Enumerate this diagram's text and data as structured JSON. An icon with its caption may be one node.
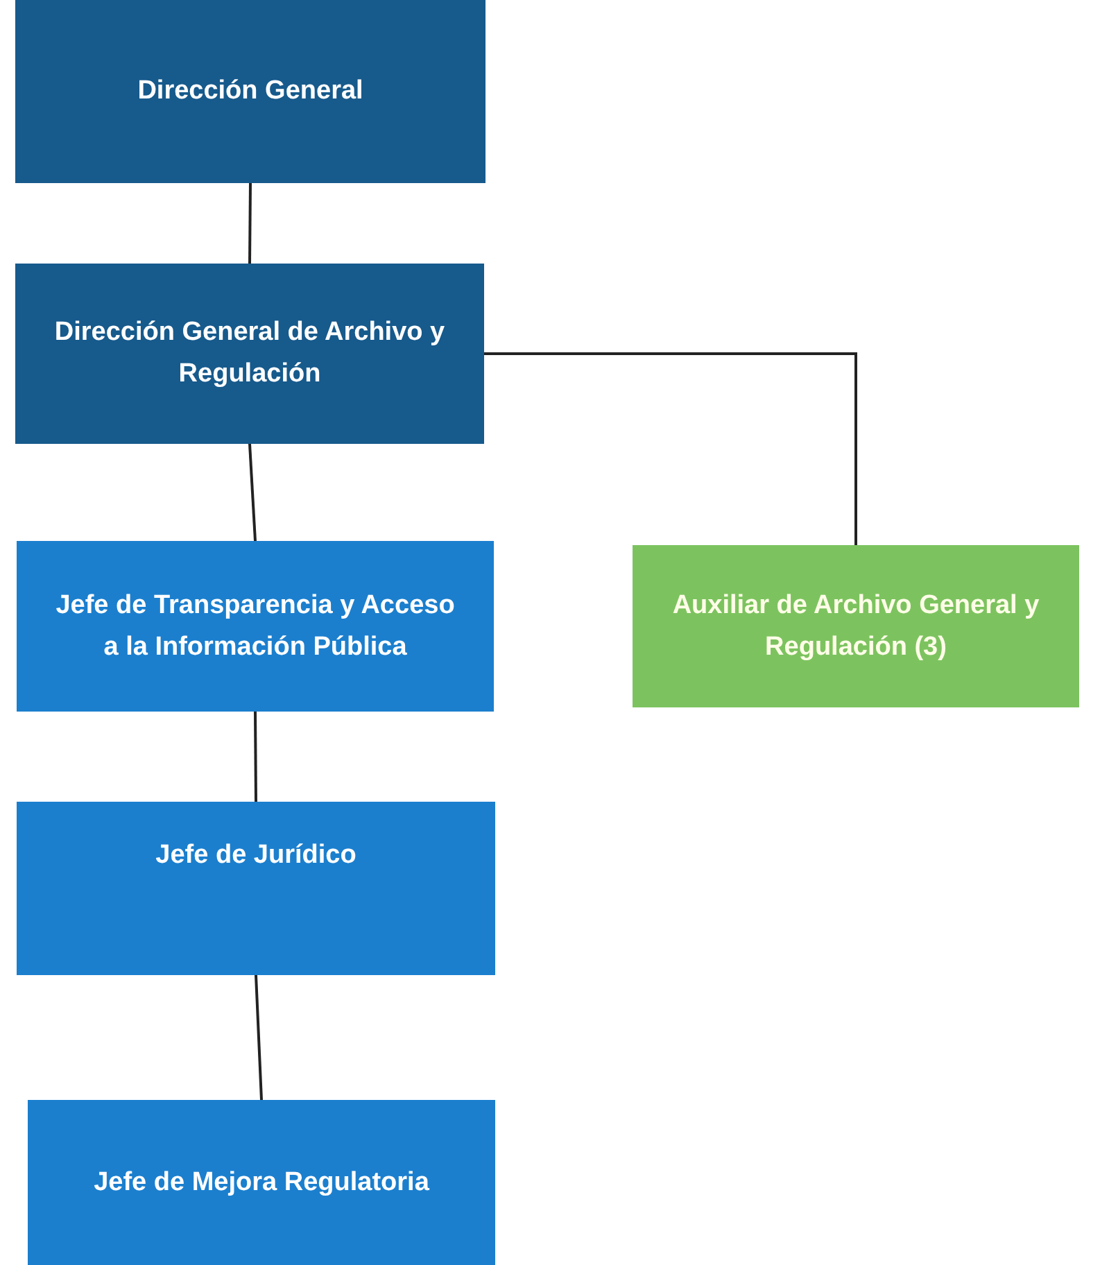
{
  "diagram": {
    "nodes": [
      {
        "text": [
          "Dirección General"
        ]
      },
      {
        "text": [
          "Dirección General de Archivo y Regulación"
        ]
      },
      {
        "text": [
          "Jefe de Transparencia y Acceso a la Información Pública"
        ]
      },
      {
        "text": [
          "Auxiliar de Archivo General y Regulación (3)"
        ]
      },
      {
        "text": [
          "Jefe de Jurídico"
        ]
      },
      {
        "text": [
          "Jefe de Mejora Regulatoria"
        ]
      }
    ],
    "edges": [
      {
        "from": 0,
        "to": 1,
        "arrow": "none"
      },
      {
        "from": 1,
        "to": 2,
        "arrow": "none"
      },
      {
        "from": 1,
        "to": 3,
        "arrow": "none"
      },
      {
        "from": 2,
        "to": 4,
        "arrow": "none"
      },
      {
        "from": 4,
        "to": 5,
        "arrow": "none"
      }
    ]
  }
}
